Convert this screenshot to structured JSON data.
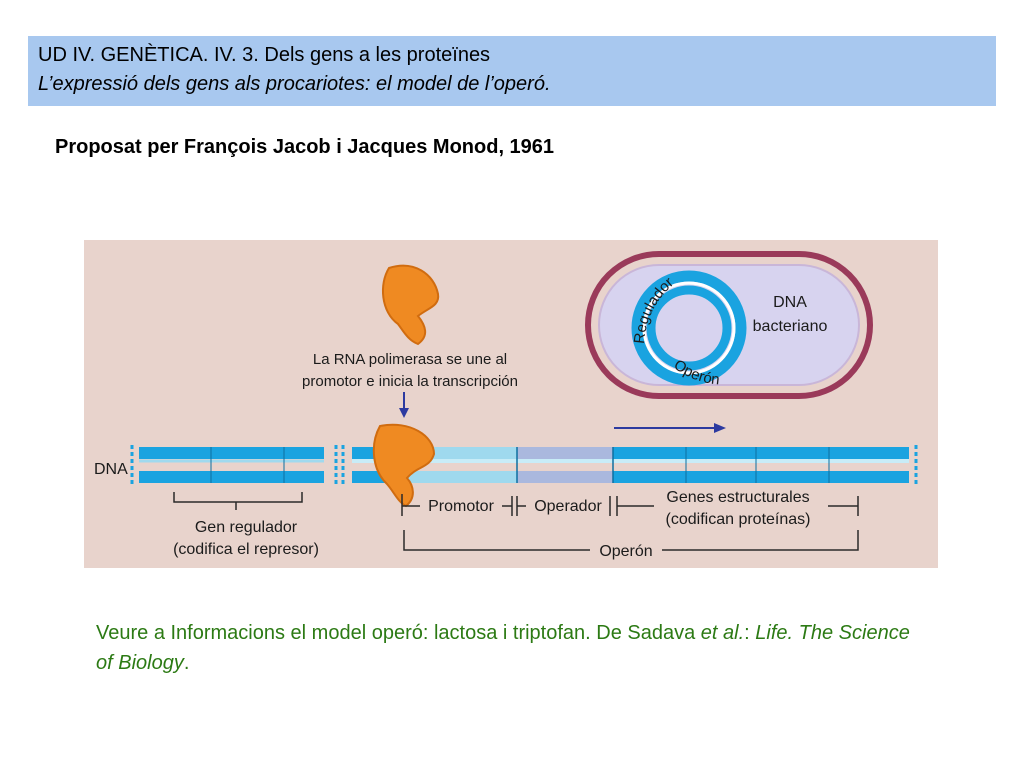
{
  "header": {
    "line1": "UD IV. GENÈTICA. IV. 3. Dels gens a les proteïnes",
    "line2": "L’expressió dels gens als procariotes: el model de l’operó."
  },
  "subtitle": "Proposat per François Jacob i Jacques Monod, 1961",
  "figure": {
    "polymerase_label_1": "La RNA polimerasa se une al",
    "polymerase_label_2": "promotor e inicia la transcripción",
    "cell_label_1": "DNA",
    "cell_label_2": "bacteriano",
    "ring_label_regulador": "Regulador",
    "ring_label_operon": "Operón",
    "dna_label": "DNA",
    "promotor": "Promotor",
    "operador": "Operador",
    "genes_1": "Genes estructurales",
    "genes_2": "(codifican proteínas)",
    "gen_regulador_1": "Gen regulador",
    "gen_regulador_2": "(codifica el represor)",
    "operon_label": "Operón",
    "colors": {
      "background": "#e8d3cc",
      "dna_blue": "#1aa3e0",
      "dna_light": "#9fd9ee",
      "operator_lavender": "#aab8de",
      "polymerase_orange": "#ef8a22",
      "cell_membrane": "#9a3a5a",
      "cell_fill": "#d7d3ef"
    }
  },
  "caption": {
    "part1": "Veure a Informacions el model operó: lactosa i triptofan. De Sadava ",
    "part2": "et al.",
    "part3": ": ",
    "part4": "Life. The Science of Biology",
    "part5": "."
  }
}
